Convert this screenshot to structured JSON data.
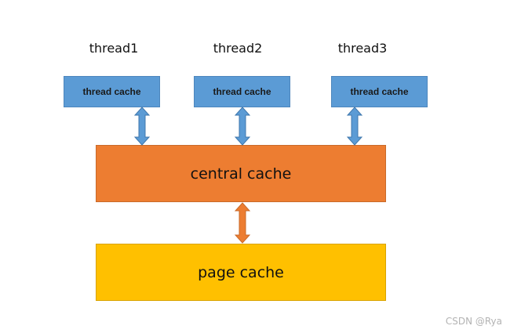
{
  "threads": [
    {
      "label": "thread1",
      "cache_label": "thread cache"
    },
    {
      "label": "thread2",
      "cache_label": "thread cache"
    },
    {
      "label": "thread3",
      "cache_label": "thread cache"
    }
  ],
  "central_cache": {
    "label": "central cache"
  },
  "page_cache": {
    "label": "page cache"
  },
  "watermark": "CSDN @Rya",
  "colors": {
    "thread_cache_fill": "#5b9bd5",
    "central_cache_fill": "#ed7d31",
    "page_cache_fill": "#ffc000",
    "thread_arrow": "#5b9bd5",
    "central_page_arrow": "#ed7d31"
  }
}
